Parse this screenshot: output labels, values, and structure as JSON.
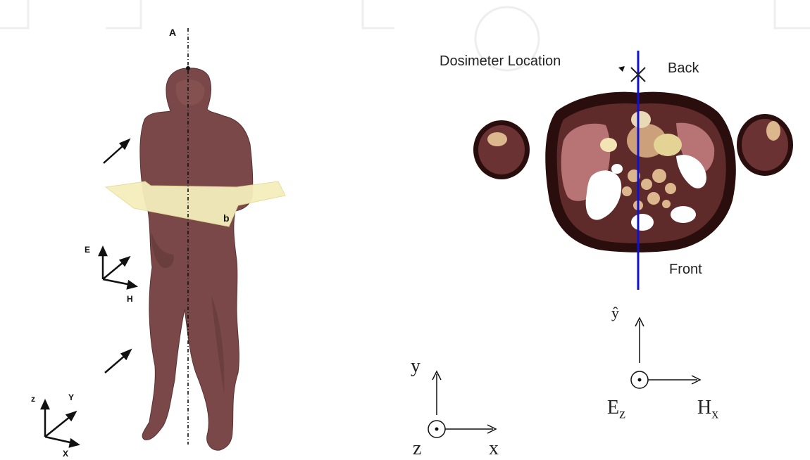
{
  "figure": {
    "left_panel": {
      "labels": {
        "axis_line": "A",
        "plane": "b",
        "field_e": "E",
        "field_h": "H",
        "axis_z": "z",
        "axis_y": "Y",
        "axis_x": "X"
      }
    },
    "right_panel": {
      "labels": {
        "dosimeter": "Dosimeter Location",
        "back": "Back",
        "front": "Front"
      },
      "coord_system_1": {
        "y": "y",
        "z": "z",
        "x": "x"
      },
      "coord_system_2": {
        "y_hat": "ŷ",
        "e": "E",
        "e_sub": "z",
        "h": "H",
        "h_sub": "x"
      }
    },
    "colors": {
      "body": "#7a4848",
      "plane": "#f5eebc",
      "slice_outline": "#2a0e0e",
      "slice_fill": "#b77272",
      "center_line": "#1010d0"
    }
  }
}
